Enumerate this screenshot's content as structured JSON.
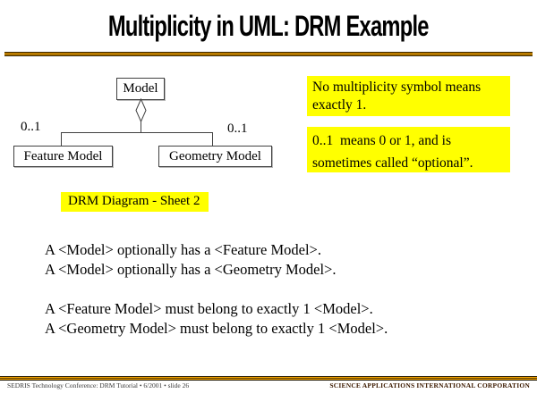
{
  "title": "Multiplicity in UML: DRM Example",
  "diagram": {
    "model_label": "Model",
    "feature_label": "Feature Model",
    "geometry_label": "Geometry Model",
    "left_multiplicity": "0..1",
    "right_multiplicity": "0..1",
    "aggregation_symbol": "hollow-diamond"
  },
  "notes": [
    {
      "text": "No multiplicity symbol means\nexactly 1."
    },
    {
      "text": "0..1  means 0 or 1, and is\nsometimes called “optional”."
    }
  ],
  "sheet_label": "DRM Diagram - Sheet 2",
  "statements": [
    "A <Model> optionally has a <Feature Model>.",
    "A <Model> optionally has a <Geometry Model>.",
    "A <Feature Model> must belong to exactly 1 <Model>.",
    "A <Geometry Model> must belong to exactly 1 <Model>."
  ],
  "footer": {
    "left": "SEDRIS Technology Conference: DRM Tutorial • 6/2001 • slide 26",
    "right": "SCIENCE APPLICATIONS INTERNATIONAL CORPORATION"
  },
  "colors": {
    "highlight": "#FFFF00",
    "divider_orange": "#EF9E00",
    "divider_dark": "#2B1D00",
    "footer_right_text": "#3D1B00",
    "diagram_line": "#404040",
    "text": "#000000"
  }
}
